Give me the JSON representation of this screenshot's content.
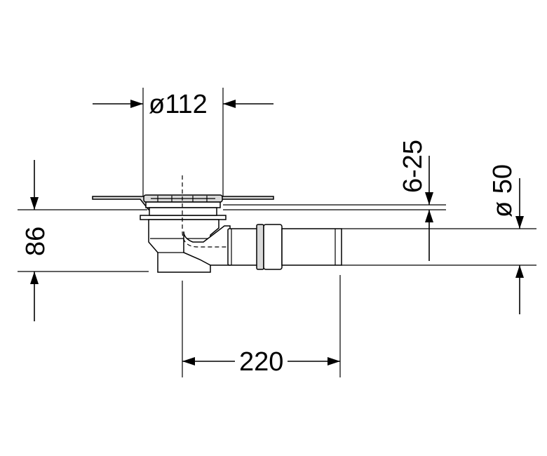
{
  "dimensions": {
    "diameter_top": "ø112",
    "adjust_range": "6-25",
    "diameter_outlet": "ø 50",
    "height": "86",
    "length": "220"
  },
  "colors": {
    "line": "#000000",
    "background": "#ffffff",
    "fill": "#d9d9d9"
  }
}
